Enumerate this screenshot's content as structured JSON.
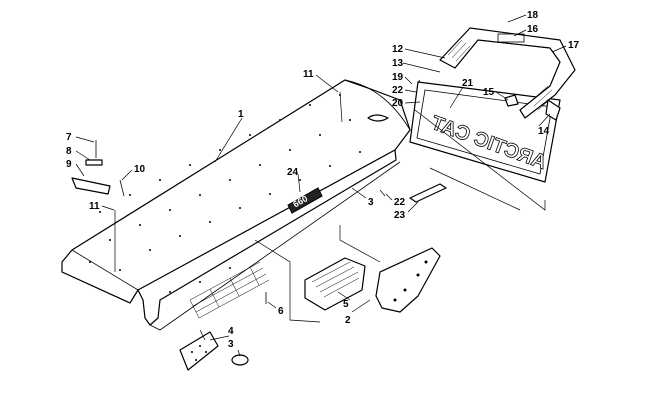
{
  "diagram": {
    "brand_text": "ARCTIC CAT",
    "badge_text": "660",
    "callouts": [
      "1",
      "2",
      "3",
      "3",
      "4",
      "5",
      "6",
      "7",
      "8",
      "9",
      "10",
      "11",
      "11",
      "12",
      "13",
      "14",
      "15",
      "16",
      "17",
      "18",
      "19",
      "20",
      "21",
      "22",
      "22",
      "23",
      "24"
    ]
  }
}
